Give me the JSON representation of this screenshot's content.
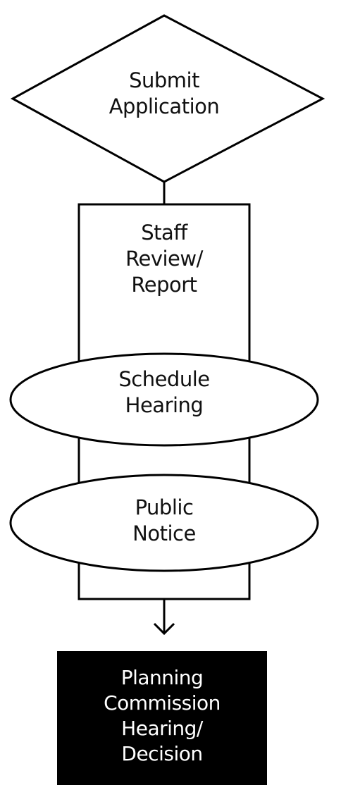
{
  "diagram": {
    "nodes": [
      {
        "id": "submit",
        "shape": "diamond",
        "lines": [
          "Submit",
          "Application"
        ]
      },
      {
        "id": "staff",
        "shape": "rectangle",
        "lines": [
          "Staff",
          "Review/",
          "Report"
        ]
      },
      {
        "id": "schedule",
        "shape": "ellipse",
        "lines": [
          "Schedule",
          "Hearing"
        ]
      },
      {
        "id": "notice",
        "shape": "ellipse",
        "lines": [
          "Public",
          "Notice"
        ]
      },
      {
        "id": "decision",
        "shape": "filled-rectangle",
        "lines": [
          "Planning",
          "Commission",
          "Hearing/",
          "Decision"
        ]
      }
    ],
    "edges": [
      {
        "from": "submit",
        "to": "staff",
        "arrow": false
      },
      {
        "from": "staff",
        "to": "decision",
        "arrow": true
      }
    ],
    "colors": {
      "stroke": "#000000",
      "fill": "#ffffff",
      "decision_fill": "#000000",
      "decision_text": "#ffffff"
    }
  }
}
